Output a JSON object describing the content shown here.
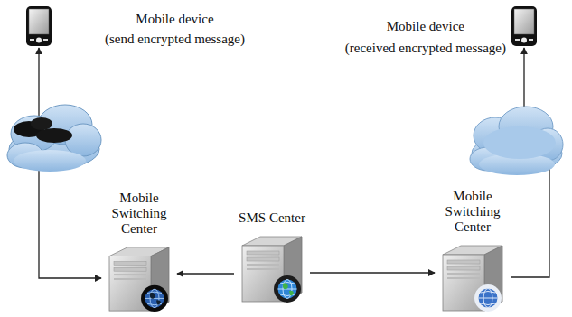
{
  "diagram": {
    "nodes": [
      {
        "text": [
          "Mobile device",
          "(send encrypted message)"
        ]
      },
      {
        "text": [
          "Mobile Switching Center"
        ]
      },
      {
        "text": [
          "SMS Center"
        ]
      },
      {
        "text": [
          "Mobile Switching Center"
        ]
      },
      {
        "text": [
          "Mobile device",
          "(received encrypted message)"
        ]
      }
    ],
    "edges": [
      {
        "from": 0,
        "to": 1,
        "arrow": "both"
      },
      {
        "from": 2,
        "to": 1,
        "arrow": "to"
      },
      {
        "from": 2,
        "to": 3,
        "arrow": "to"
      },
      {
        "from": 3,
        "to": 4,
        "arrow": "to"
      }
    ]
  }
}
